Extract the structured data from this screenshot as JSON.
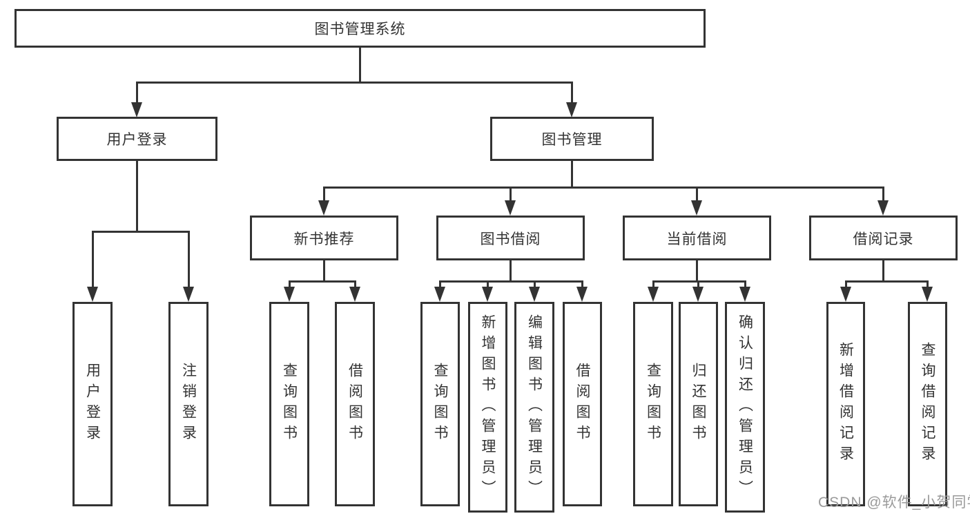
{
  "diagram": {
    "title": "图书管理系统",
    "root": {
      "label": "图书管理系统"
    },
    "level2": [
      {
        "label": "用户登录"
      },
      {
        "label": "图书管理"
      }
    ],
    "level3": [
      {
        "label": "新书推荐"
      },
      {
        "label": "图书借阅"
      },
      {
        "label": "当前借阅"
      },
      {
        "label": "借阅记录"
      }
    ],
    "leaves": [
      {
        "label": "用户登录",
        "parent": "用户登录"
      },
      {
        "label": "注销登录",
        "parent": "用户登录"
      },
      {
        "label": "查询图书",
        "parent": "新书推荐"
      },
      {
        "label": "借阅图书",
        "parent": "新书推荐"
      },
      {
        "label": "查询图书",
        "parent": "图书借阅"
      },
      {
        "label": "新增图书（管理员）",
        "parent": "图书借阅"
      },
      {
        "label": "编辑图书（管理员）",
        "parent": "图书借阅"
      },
      {
        "label": "借阅图书",
        "parent": "图书借阅"
      },
      {
        "label": "查询图书",
        "parent": "当前借阅"
      },
      {
        "label": "归还图书",
        "parent": "当前借阅"
      },
      {
        "label": "确认归还（管理员）",
        "parent": "当前借阅"
      },
      {
        "label": "新增借阅记录",
        "parent": "借阅记录"
      },
      {
        "label": "查询借阅记录",
        "parent": "借阅记录"
      }
    ]
  },
  "watermark": {
    "text": "CSDN @软件_小贺同学",
    "color": "#9a9a9a"
  },
  "colors": {
    "line": "#333333",
    "box_border": "#333333",
    "text": "#333333",
    "background": "#ffffff"
  }
}
